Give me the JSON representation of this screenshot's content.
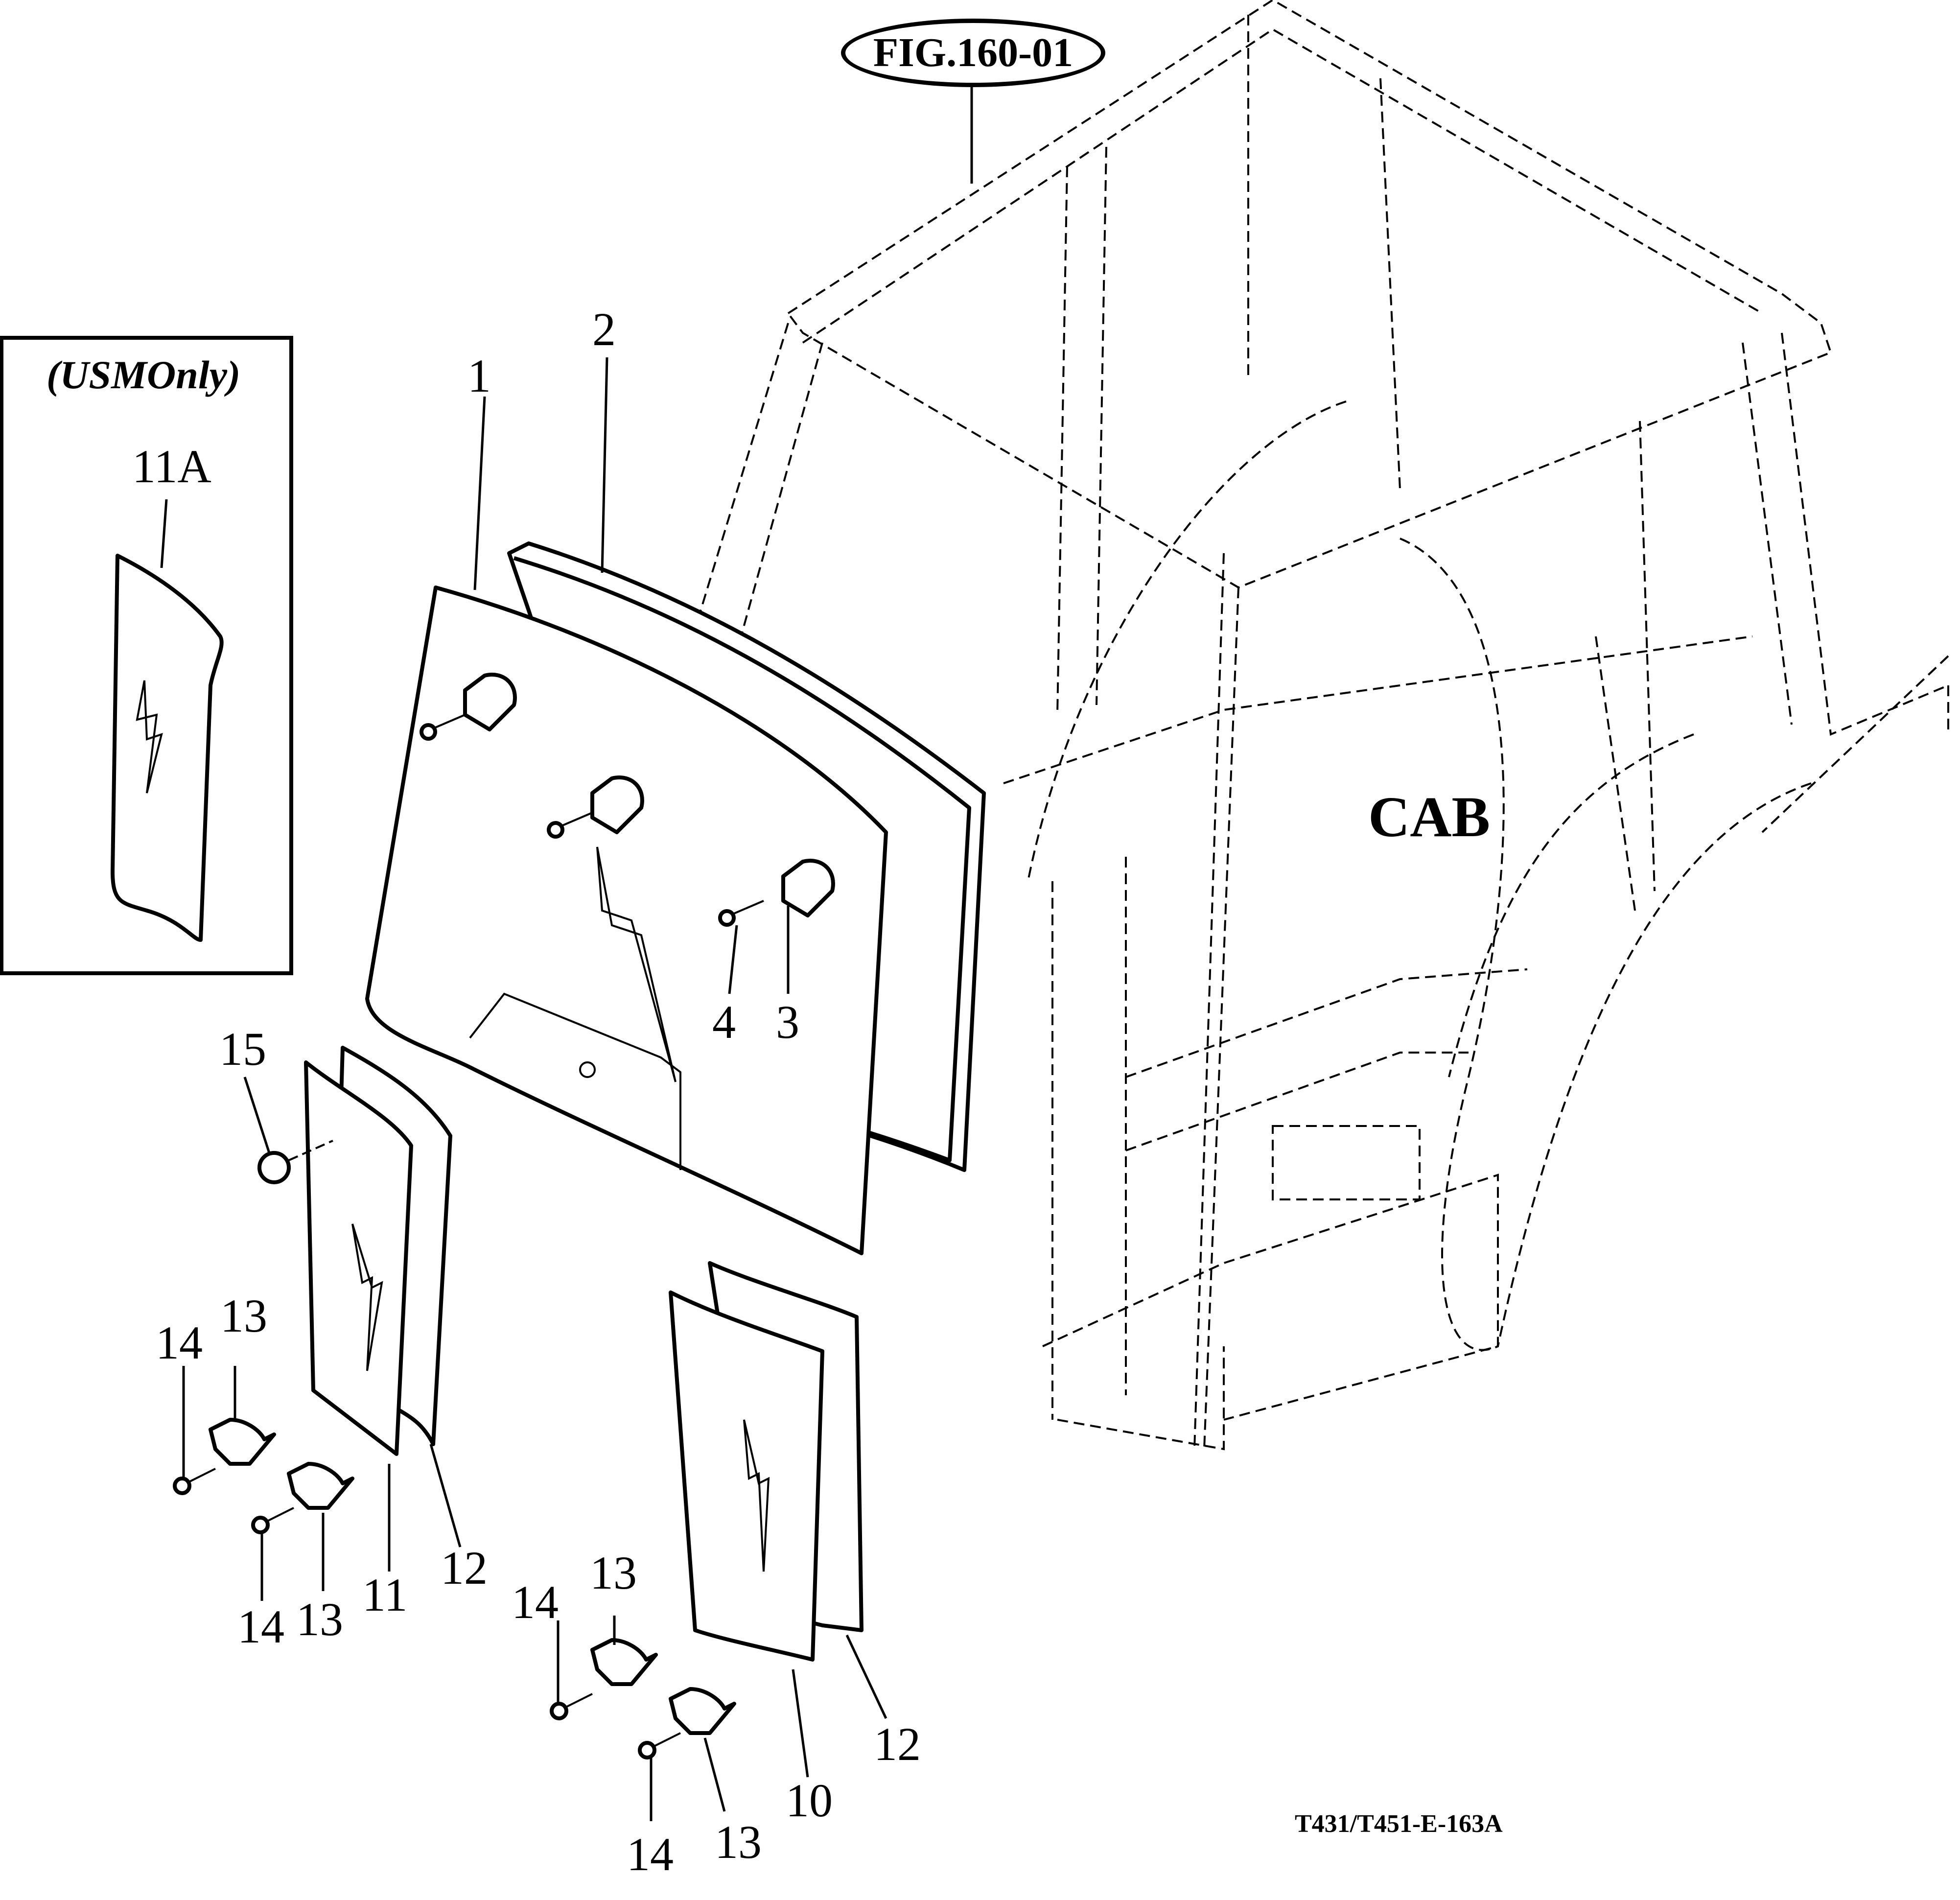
{
  "figure": {
    "reference": "FIG.160-01",
    "drawing_code": "T431/T451-E-163A",
    "assembly_label": "CAB",
    "inset_title": "(USMOnly)"
  },
  "callouts": [
    {
      "id": "c1",
      "text": "1"
    },
    {
      "id": "c2",
      "text": "2"
    },
    {
      "id": "c3",
      "text": "3"
    },
    {
      "id": "c4",
      "text": "4"
    },
    {
      "id": "c10",
      "text": "10"
    },
    {
      "id": "c11",
      "text": "11"
    },
    {
      "id": "c11a",
      "text": "11A"
    },
    {
      "id": "c12a",
      "text": "12"
    },
    {
      "id": "c12b",
      "text": "12"
    },
    {
      "id": "c13a",
      "text": "13"
    },
    {
      "id": "c13b",
      "text": "13"
    },
    {
      "id": "c13c",
      "text": "13"
    },
    {
      "id": "c13d",
      "text": "13"
    },
    {
      "id": "c14a",
      "text": "14"
    },
    {
      "id": "c14b",
      "text": "14"
    },
    {
      "id": "c14c",
      "text": "14"
    },
    {
      "id": "c14d",
      "text": "14"
    },
    {
      "id": "c15",
      "text": "15"
    }
  ]
}
